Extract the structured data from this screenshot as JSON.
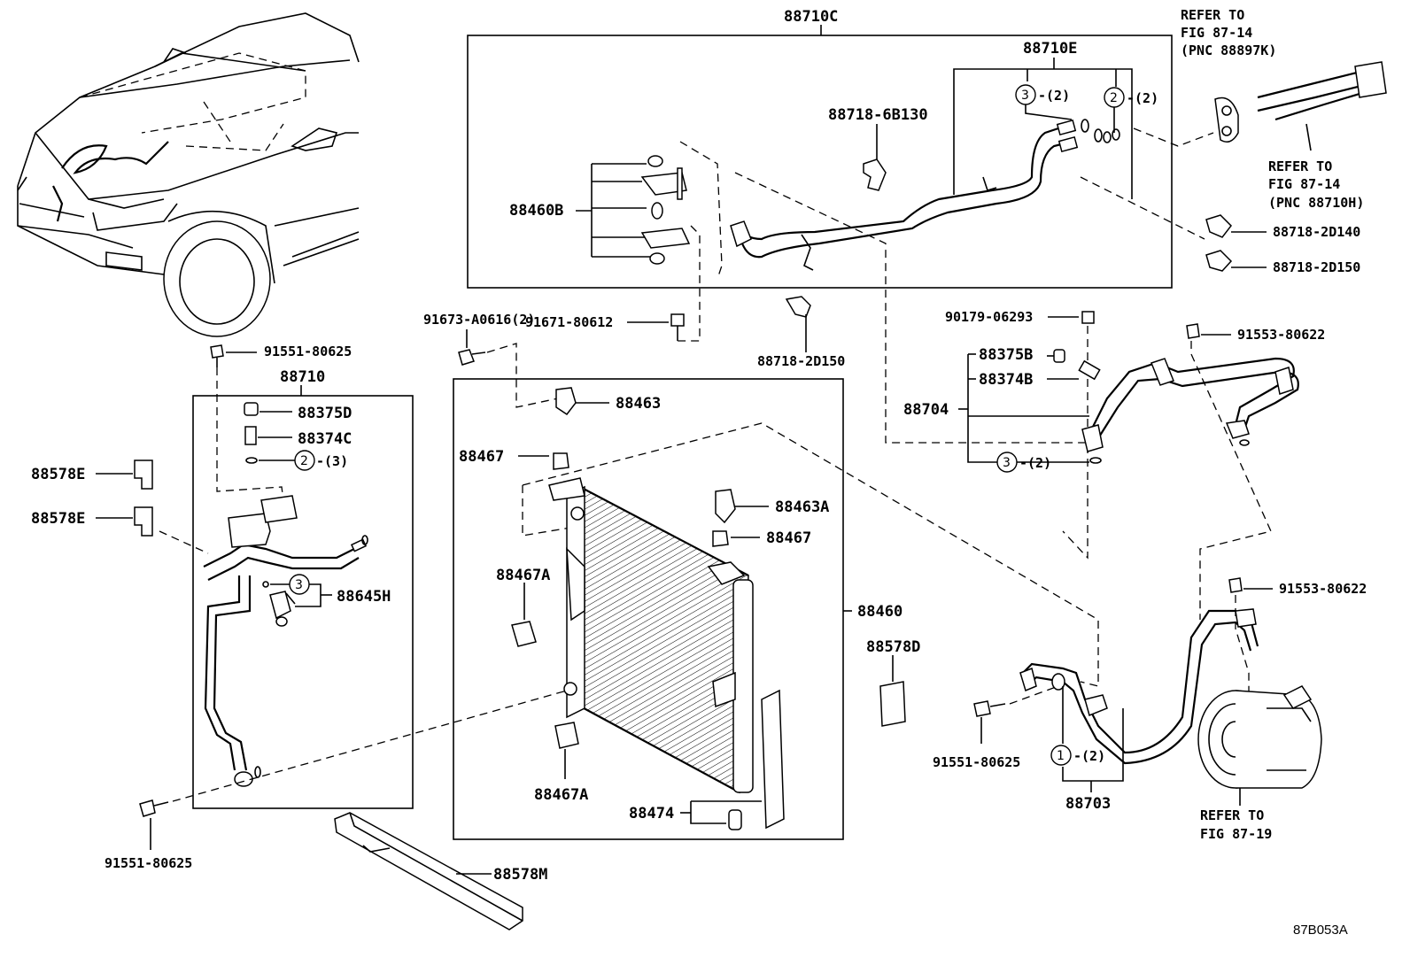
{
  "diagram": {
    "code": "87B053A",
    "labels": {
      "p88710C": "88710C",
      "p88710E": "88710E",
      "p88718_6B130": "88718-6B130",
      "p88460B": "88460B",
      "p91673": "91673-A0616(2)",
      "p91671": "91671-80612",
      "p88718_2D150b": "88718-2D150",
      "p88718_2D140": "88718-2D140",
      "p88718_2D150a": "88718-2D150",
      "p91551_top": "91551-80625",
      "p88710": "88710",
      "p88375D": "88375D",
      "p88374C": "88374C",
      "p88578E_1": "88578E",
      "p88578E_2": "88578E",
      "p88645H": "88645H",
      "p91551_left": "91551-80625",
      "p88578M": "88578M",
      "p88463": "88463",
      "p88467_1": "88467",
      "p88463A": "88463A",
      "p88467_2": "88467",
      "p88467A_1": "88467A",
      "p88460": "88460",
      "p88467A_2": "88467A",
      "p88474": "88474",
      "p88578D": "88578D",
      "p90179": "90179-06293",
      "p88375B": "88375B",
      "p88374B": "88374B",
      "p88704": "88704",
      "p91553_1": "91553-80622",
      "p91553_2": "91553-80622",
      "p91551_right": "91551-80625",
      "p88703": "88703"
    },
    "qty": {
      "q3a": "-(2)",
      "q2a": "-(2)",
      "q2b": "-(3)",
      "q3c": "-(2)",
      "q1": "-(2)"
    },
    "circles": {
      "c3a": "3",
      "c2a": "2",
      "c2b": "2",
      "c3b": "3",
      "c3c": "3",
      "c1": "1"
    },
    "references": {
      "ref1": [
        "REFER TO",
        "FIG 87-14",
        "(PNC 88897K)"
      ],
      "ref2": [
        "REFER TO",
        "FIG 87-14",
        "(PNC 88710H)"
      ],
      "ref3": [
        "REFER TO",
        "FIG 87-19"
      ]
    }
  }
}
